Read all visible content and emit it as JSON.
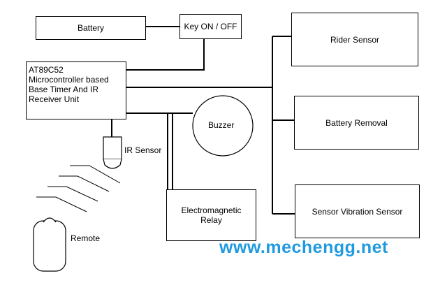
{
  "blocks": {
    "battery": "Battery",
    "key_switch": "Key ON / OFF",
    "mcu": [
      "AT89C52",
      "Microcontroller based",
      "Base Timer And IR",
      "Receiver Unit"
    ],
    "rider_sensor": "Rider Sensor",
    "battery_removal": "Battery Removal",
    "vibration_sensor": "Sensor Vibration Sensor",
    "buzzer": "Buzzer",
    "relay": [
      "Electromagnetic",
      "Relay"
    ]
  },
  "labels": {
    "ir_sensor": "IR Sensor",
    "remote": "Remote"
  },
  "watermark": "www.mechengg.net"
}
